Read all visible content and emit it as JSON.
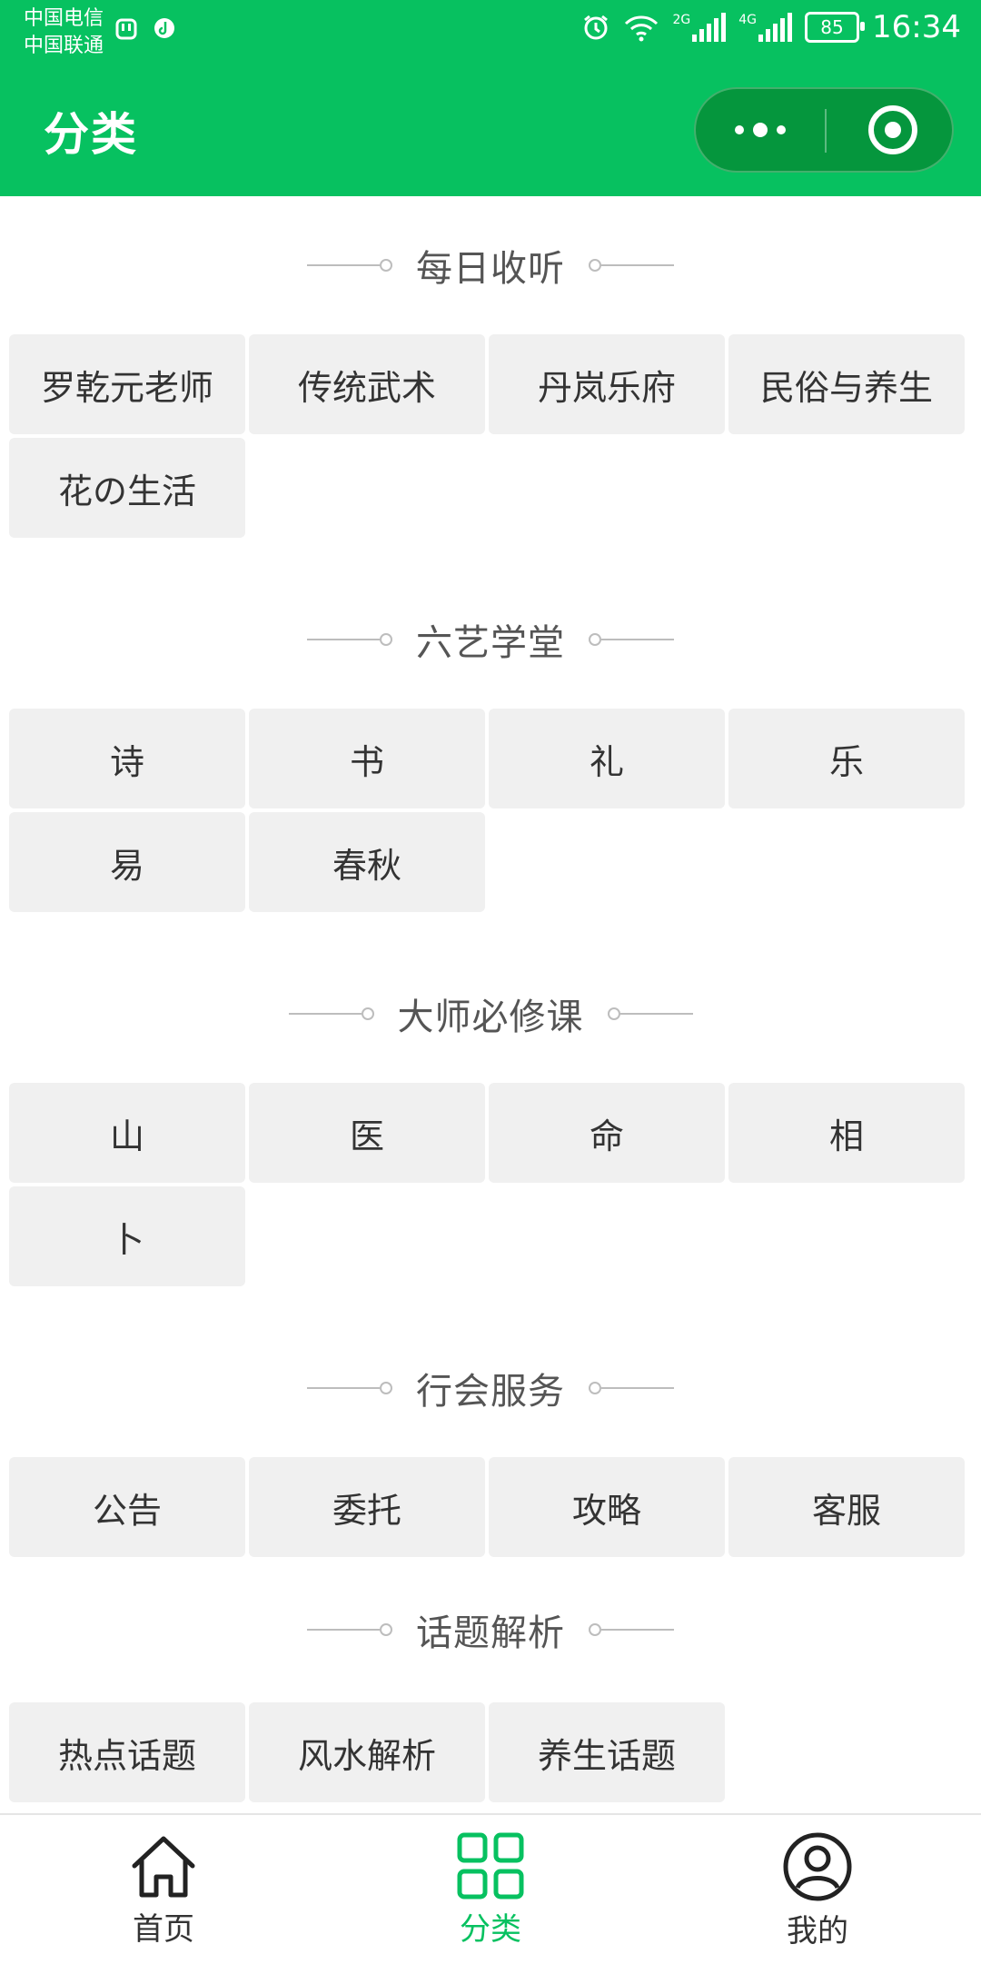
{
  "status_bar": {
    "carrier_1": "中国电信",
    "carrier_2": "中国联通",
    "signal_1_label": "2G",
    "signal_2_label": "4G",
    "battery": "85",
    "time": "16:34"
  },
  "header": {
    "title": "分类"
  },
  "sections": [
    {
      "title": "每日收听",
      "items": [
        "罗乾元老师",
        "传统武术",
        "丹岚乐府",
        "民俗与养生",
        "花の生活"
      ]
    },
    {
      "title": "六艺学堂",
      "items": [
        "诗",
        "书",
        "礼",
        "乐",
        "易",
        "春秋"
      ]
    },
    {
      "title": "大师必修课",
      "items": [
        "山",
        "医",
        "命",
        "相",
        "卜"
      ]
    },
    {
      "title": "行会服务",
      "items": [
        "公告",
        "委托",
        "攻略",
        "客服"
      ]
    },
    {
      "title": "话题解析",
      "items": [
        "热点话题",
        "风水解析",
        "养生话题"
      ]
    }
  ],
  "tabbar": {
    "items": [
      {
        "label": "首页",
        "icon": "home-icon",
        "active": false
      },
      {
        "label": "分类",
        "icon": "grid-icon",
        "active": true
      },
      {
        "label": "我的",
        "icon": "user-icon",
        "active": false
      }
    ]
  },
  "colors": {
    "brand_green": "#07c160",
    "tag_bg": "#f0f0f0",
    "text": "#333333"
  }
}
